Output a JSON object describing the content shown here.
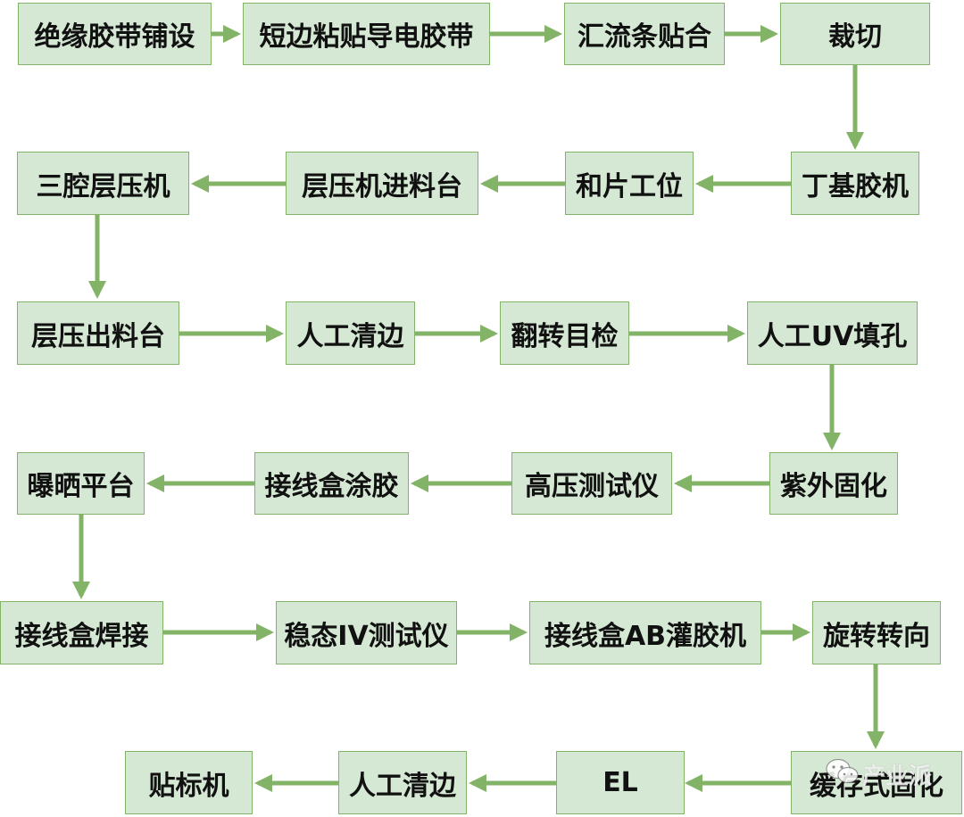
{
  "colors": {
    "box_fill": "#d5e8d4",
    "box_border": "#82b366",
    "arrow": "#82b366"
  },
  "steps": {
    "s1": "绝缘胶带铺设",
    "s2": "短边粘贴导电胶带",
    "s3": "汇流条贴合",
    "s4": "裁切",
    "s5": "丁基胶机",
    "s6": "和片工位",
    "s7": "层压机进料台",
    "s8": "三腔层压机",
    "s9": "层压出料台",
    "s10": "人工清边",
    "s11": "翻转目检",
    "s12": "人工UV填孔",
    "s13": "紫外固化",
    "s14": "高压测试仪",
    "s15": "接线盒涂胶",
    "s16": "曝晒平台",
    "s17": "接线盒焊接",
    "s18": "稳态IV测试仪",
    "s19": "接线盒AB灌胶机",
    "s20": "旋转转向",
    "s21": "缓存式固化",
    "s22": "EL",
    "s23": "人工清边",
    "s24": "贴标机"
  },
  "watermark": {
    "icon": "wechat-icon",
    "text": "产业派"
  }
}
